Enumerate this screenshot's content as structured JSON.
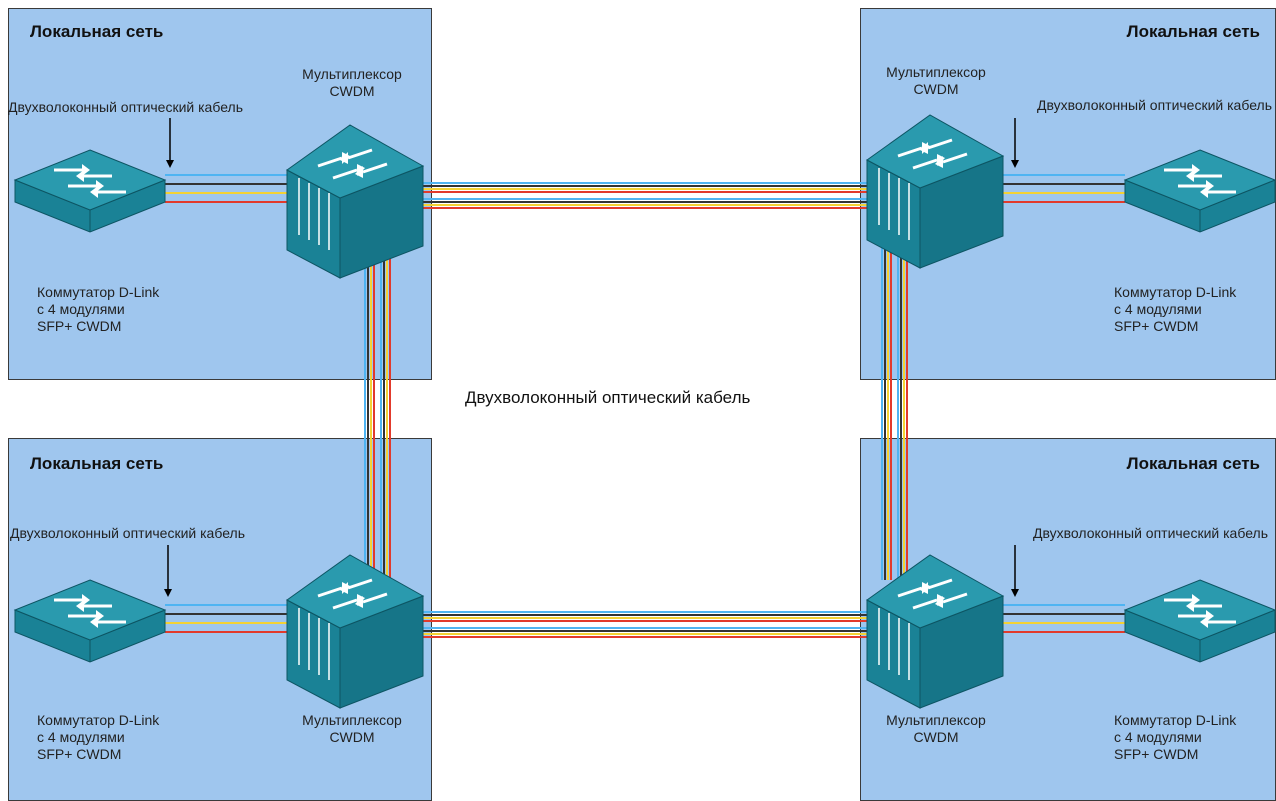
{
  "local_network": "Локальная сеть",
  "mux_label": "Мультиплексор\nCWDM",
  "fiber_label": "Двухволоконный оптический кабель",
  "switch_label": "Коммутатор D-Link\nс 4 модулями\nSFP+ CWDM",
  "center_label": "Двухволоконный оптический кабель",
  "colors": {
    "zone_fill": "#9fc6ee",
    "device_fill": "#1a8296",
    "device_top": "#2a9aae",
    "fiber_blue": "#4fb4f2",
    "fiber_dark": "#333333",
    "fiber_yellow": "#f4d234",
    "fiber_red": "#e23a2c"
  }
}
